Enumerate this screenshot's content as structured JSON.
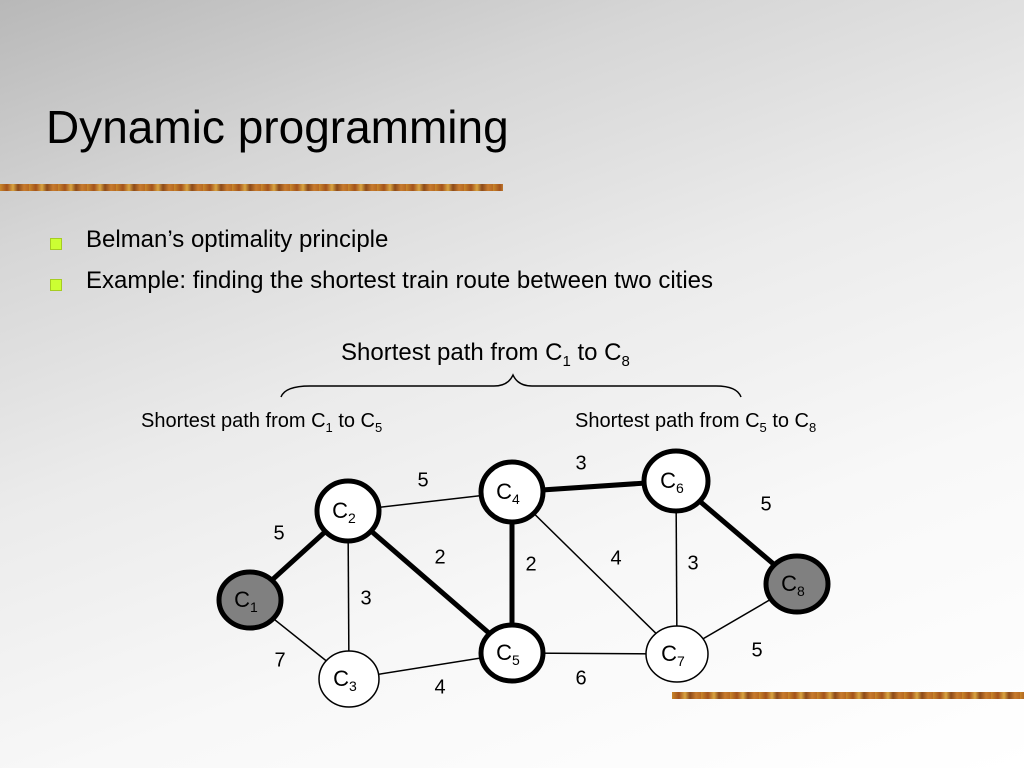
{
  "slide": {
    "title": "Dynamic programming",
    "bullets": [
      "Belman’s optimality principle",
      "Example: finding the shortest train route between two cities"
    ]
  },
  "diagram": {
    "path_labels": {
      "overall": {
        "text": "Shortest path from C",
        "from": "1",
        "mid": " to C",
        "to": "8"
      },
      "left": {
        "text": "Shortest path from C",
        "from": "1",
        "mid": " to C",
        "to": "5"
      },
      "right": {
        "text": "Shortest path from C",
        "from": "5",
        "mid": " to C",
        "to": "8"
      }
    },
    "nodes": [
      {
        "id": "C1",
        "letter": "C",
        "sub": "1",
        "style": "endpoint"
      },
      {
        "id": "C2",
        "letter": "C",
        "sub": "2",
        "style": "path"
      },
      {
        "id": "C3",
        "letter": "C",
        "sub": "3",
        "style": "normal"
      },
      {
        "id": "C4",
        "letter": "C",
        "sub": "4",
        "style": "path"
      },
      {
        "id": "C5",
        "letter": "C",
        "sub": "5",
        "style": "path"
      },
      {
        "id": "C6",
        "letter": "C",
        "sub": "6",
        "style": "path"
      },
      {
        "id": "C7",
        "letter": "C",
        "sub": "7",
        "style": "normal"
      },
      {
        "id": "C8",
        "letter": "C",
        "sub": "8",
        "style": "endpoint"
      }
    ],
    "edges": [
      {
        "from": "C1",
        "to": "C2",
        "weight": "5",
        "bold": true
      },
      {
        "from": "C1",
        "to": "C3",
        "weight": "7",
        "bold": false
      },
      {
        "from": "C2",
        "to": "C3",
        "weight": "3",
        "bold": false
      },
      {
        "from": "C2",
        "to": "C4",
        "weight": "5",
        "bold": false
      },
      {
        "from": "C2",
        "to": "C5",
        "weight": "2",
        "bold": true
      },
      {
        "from": "C3",
        "to": "C5",
        "weight": "4",
        "bold": false
      },
      {
        "from": "C4",
        "to": "C5",
        "weight": "2",
        "bold": true
      },
      {
        "from": "C4",
        "to": "C6",
        "weight": "3",
        "bold": true
      },
      {
        "from": "C4",
        "to": "C7",
        "weight": "4",
        "bold": false
      },
      {
        "from": "C5",
        "to": "C7",
        "weight": "6",
        "bold": false
      },
      {
        "from": "C6",
        "to": "C7",
        "weight": "3",
        "bold": false
      },
      {
        "from": "C6",
        "to": "C8",
        "weight": "5",
        "bold": true
      },
      {
        "from": "C7",
        "to": "C8",
        "weight": "5",
        "bold": false
      }
    ],
    "colors": {
      "endpoint_fill": "#808080",
      "node_fill": "#ffffff",
      "stroke": "#000000"
    }
  }
}
